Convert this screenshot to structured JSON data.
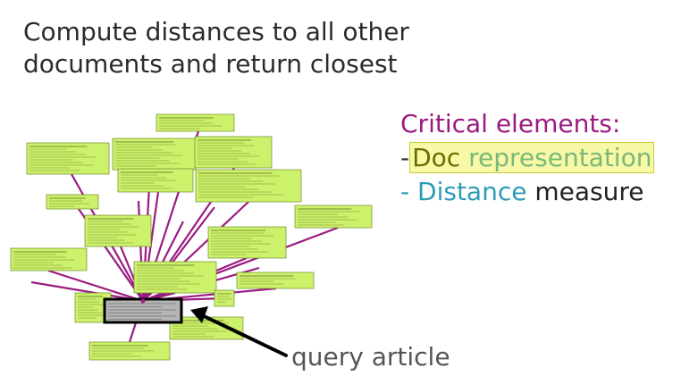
{
  "title": "Compute distances to all other\ndocuments and return closest",
  "critical": {
    "heading": "Critical elements:",
    "item1_dash": "-",
    "item1_word1": "Doc",
    "item1_word2": "representation",
    "item2_dash": "-",
    "item2_word1": "Distance",
    "item2_word2": "measure"
  },
  "query_label": "query article",
  "colors": {
    "link": "#9b1b82",
    "doc_fill": "#ccf26b",
    "doc_border": "#6e8a2a",
    "query_fill": "#b5b5b5",
    "arrow": "#000000"
  }
}
